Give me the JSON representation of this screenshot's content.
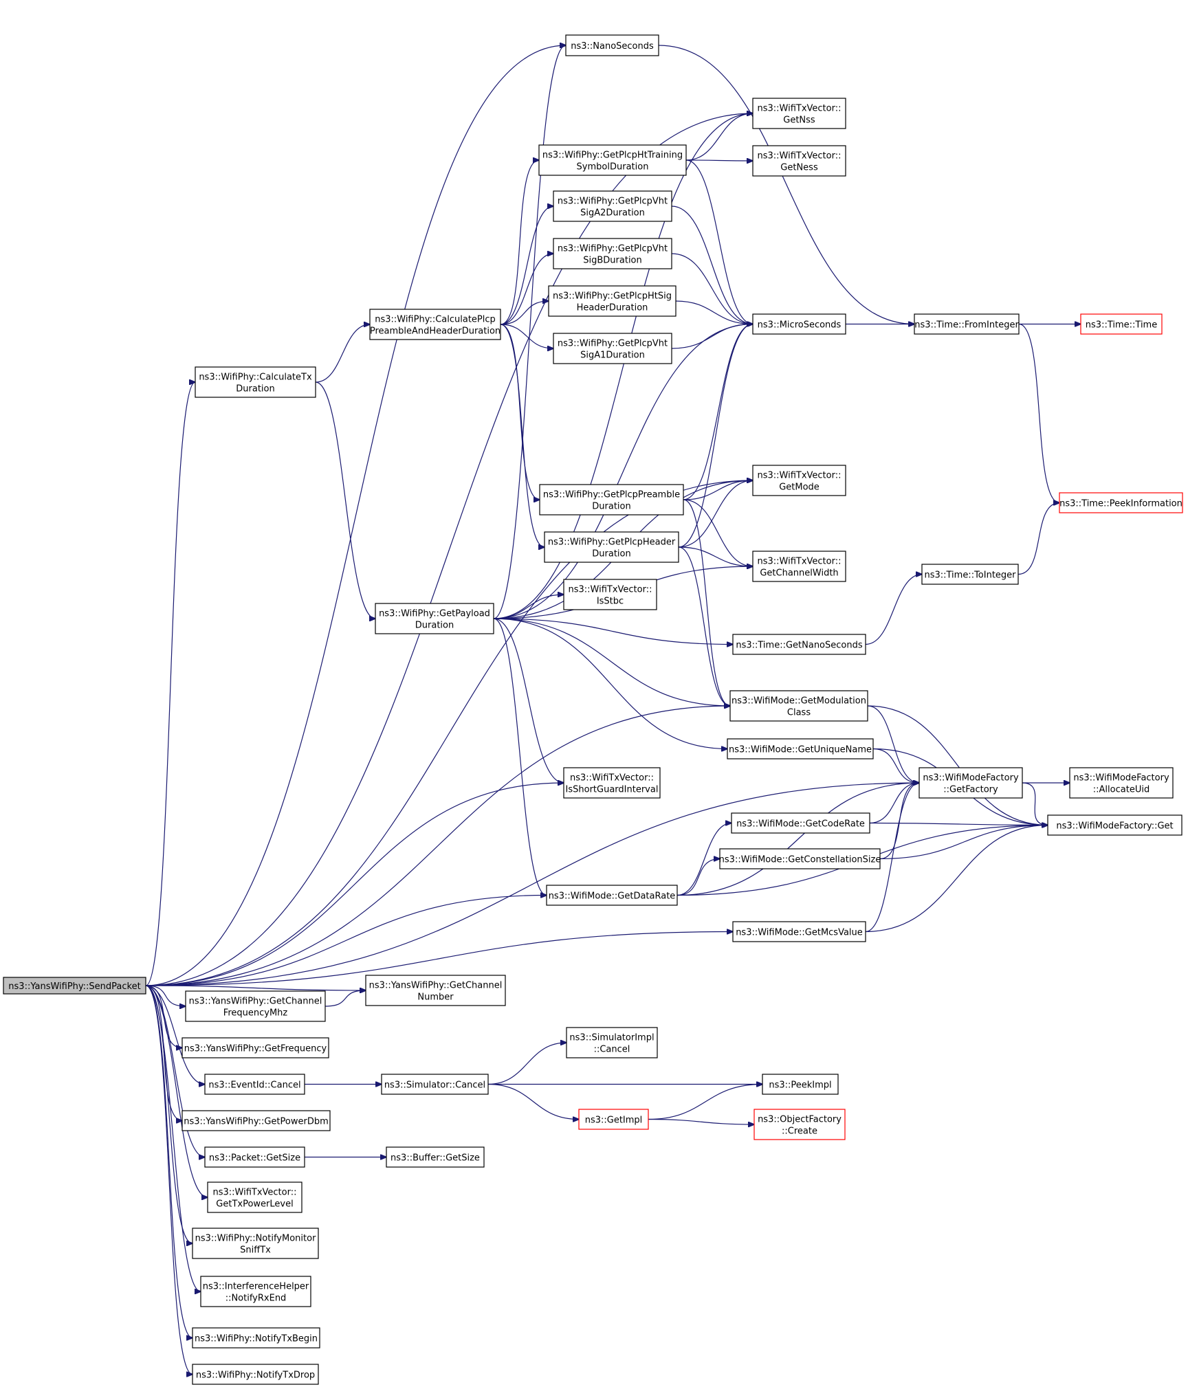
{
  "colors": {
    "edge": "#191970",
    "root_fill": "#bfbfbf",
    "truncated_border": "#ff0000"
  },
  "nodes": [
    {
      "id": "send",
      "lines": [
        "ns3::YansWifiPhy::SendPacket"
      ],
      "root": true
    },
    {
      "id": "nano",
      "lines": [
        "ns3::NanoSeconds"
      ]
    },
    {
      "id": "nss",
      "lines": [
        "ns3::WifiTxVector::",
        "GetNss"
      ]
    },
    {
      "id": "htts",
      "lines": [
        "ns3::WifiPhy::GetPlcpHtTraining",
        "SymbolDuration"
      ]
    },
    {
      "id": "ness",
      "lines": [
        "ns3::WifiTxVector::",
        "GetNess"
      ]
    },
    {
      "id": "sa2",
      "lines": [
        "ns3::WifiPhy::GetPlcpVht",
        "SigA2Duration"
      ]
    },
    {
      "id": "sb",
      "lines": [
        "ns3::WifiPhy::GetPlcpVht",
        "SigBDuration"
      ]
    },
    {
      "id": "htsig",
      "lines": [
        "ns3::WifiPhy::GetPlcpHtSig",
        "HeaderDuration"
      ]
    },
    {
      "id": "cpph",
      "lines": [
        "ns3::WifiPhy::CalculatePlcp",
        "PreambleAndHeaderDuration"
      ]
    },
    {
      "id": "micro",
      "lines": [
        "ns3::MicroSeconds"
      ]
    },
    {
      "id": "fromint",
      "lines": [
        "ns3::Time::FromInteger"
      ]
    },
    {
      "id": "time",
      "lines": [
        "ns3::Time::Time"
      ],
      "truncated": true
    },
    {
      "id": "sa1",
      "lines": [
        "ns3::WifiPhy::GetPlcpVht",
        "SigA1Duration"
      ]
    },
    {
      "id": "ctx",
      "lines": [
        "ns3::WifiPhy::CalculateTx",
        "Duration"
      ]
    },
    {
      "id": "mode",
      "lines": [
        "ns3::WifiTxVector::",
        "GetMode"
      ]
    },
    {
      "id": "pre",
      "lines": [
        "ns3::WifiPhy::GetPlcpPreamble",
        "Duration"
      ]
    },
    {
      "id": "peek",
      "lines": [
        "ns3::Time::PeekInformation"
      ],
      "truncated": true
    },
    {
      "id": "hdr",
      "lines": [
        "ns3::WifiPhy::GetPlcpHeader",
        "Duration"
      ]
    },
    {
      "id": "chw",
      "lines": [
        "ns3::WifiTxVector::",
        "GetChannelWidth"
      ]
    },
    {
      "id": "toint",
      "lines": [
        "ns3::Time::ToInteger"
      ]
    },
    {
      "id": "pay",
      "lines": [
        "ns3::WifiPhy::GetPayload",
        "Duration"
      ]
    },
    {
      "id": "stbc",
      "lines": [
        "ns3::WifiTxVector::",
        "IsStbc"
      ]
    },
    {
      "id": "getns",
      "lines": [
        "ns3::Time::GetNanoSeconds"
      ]
    },
    {
      "id": "modcls",
      "lines": [
        "ns3::WifiMode::GetModulation",
        "Class"
      ]
    },
    {
      "id": "uniq",
      "lines": [
        "ns3::WifiMode::GetUniqueName"
      ]
    },
    {
      "id": "sgi",
      "lines": [
        "ns3::WifiTxVector::",
        "IsShortGuardInterval"
      ]
    },
    {
      "id": "getfac",
      "lines": [
        "ns3::WifiModeFactory",
        "::GetFactory"
      ]
    },
    {
      "id": "alloc",
      "lines": [
        "ns3::WifiModeFactory",
        "::AllocateUid"
      ]
    },
    {
      "id": "code",
      "lines": [
        "ns3::WifiMode::GetCodeRate"
      ]
    },
    {
      "id": "fget",
      "lines": [
        "ns3::WifiModeFactory::Get"
      ]
    },
    {
      "id": "const",
      "lines": [
        "ns3::WifiMode::GetConstellationSize"
      ]
    },
    {
      "id": "drate",
      "lines": [
        "ns3::WifiMode::GetDataRate"
      ]
    },
    {
      "id": "mcs",
      "lines": [
        "ns3::WifiMode::GetMcsValue"
      ]
    },
    {
      "id": "chnum",
      "lines": [
        "ns3::YansWifiPhy::GetChannel",
        "Number"
      ]
    },
    {
      "id": "chfreq",
      "lines": [
        "ns3::YansWifiPhy::GetChannel",
        "FrequencyMhz"
      ]
    },
    {
      "id": "freq",
      "lines": [
        "ns3::YansWifiPhy::GetFrequency"
      ]
    },
    {
      "id": "simcancel",
      "lines": [
        "ns3::SimulatorImpl",
        "::Cancel"
      ]
    },
    {
      "id": "evcancel",
      "lines": [
        "ns3::EventId::Cancel"
      ]
    },
    {
      "id": "scancel",
      "lines": [
        "ns3::Simulator::Cancel"
      ]
    },
    {
      "id": "peekimpl",
      "lines": [
        "ns3::PeekImpl"
      ]
    },
    {
      "id": "getimpl",
      "lines": [
        "ns3::GetImpl"
      ],
      "truncated": true
    },
    {
      "id": "create",
      "lines": [
        "ns3::ObjectFactory",
        "::Create"
      ],
      "truncated": true
    },
    {
      "id": "power",
      "lines": [
        "ns3::YansWifiPhy::GetPowerDbm"
      ]
    },
    {
      "id": "pksize",
      "lines": [
        "ns3::Packet::GetSize"
      ]
    },
    {
      "id": "bufsize",
      "lines": [
        "ns3::Buffer::GetSize"
      ]
    },
    {
      "id": "txpow",
      "lines": [
        "ns3::WifiTxVector::",
        "GetTxPowerLevel"
      ]
    },
    {
      "id": "sniff",
      "lines": [
        "ns3::WifiPhy::NotifyMonitor",
        "SniffTx"
      ]
    },
    {
      "id": "rxend",
      "lines": [
        "ns3::InterferenceHelper",
        "::NotifyRxEnd"
      ]
    },
    {
      "id": "txbegin",
      "lines": [
        "ns3::WifiPhy::NotifyTxBegin"
      ]
    },
    {
      "id": "txdrop",
      "lines": [
        "ns3::WifiPhy::NotifyTxDrop"
      ]
    }
  ],
  "edges": [
    [
      "send",
      "nano"
    ],
    [
      "send",
      "nss"
    ],
    [
      "send",
      "ctx"
    ],
    [
      "send",
      "mode"
    ],
    [
      "send",
      "sgi"
    ],
    [
      "send",
      "modcls"
    ],
    [
      "send",
      "getfac"
    ],
    [
      "send",
      "drate"
    ],
    [
      "send",
      "mcs"
    ],
    [
      "send",
      "chnum"
    ],
    [
      "send",
      "chfreq"
    ],
    [
      "send",
      "freq"
    ],
    [
      "send",
      "evcancel"
    ],
    [
      "send",
      "power"
    ],
    [
      "send",
      "pksize"
    ],
    [
      "send",
      "txpow"
    ],
    [
      "send",
      "sniff"
    ],
    [
      "send",
      "rxend"
    ],
    [
      "send",
      "txbegin"
    ],
    [
      "send",
      "txdrop"
    ],
    [
      "ctx",
      "cpph"
    ],
    [
      "ctx",
      "pay"
    ],
    [
      "cpph",
      "htts"
    ],
    [
      "cpph",
      "sa2"
    ],
    [
      "cpph",
      "sb"
    ],
    [
      "cpph",
      "htsig"
    ],
    [
      "cpph",
      "sa1"
    ],
    [
      "cpph",
      "pre"
    ],
    [
      "cpph",
      "hdr"
    ],
    [
      "htts",
      "nss"
    ],
    [
      "htts",
      "ness"
    ],
    [
      "htts",
      "micro"
    ],
    [
      "sa2",
      "micro"
    ],
    [
      "sb",
      "micro"
    ],
    [
      "htsig",
      "micro"
    ],
    [
      "sa1",
      "micro"
    ],
    [
      "pre",
      "micro"
    ],
    [
      "pre",
      "mode"
    ],
    [
      "pre",
      "chw"
    ],
    [
      "pre",
      "modcls"
    ],
    [
      "hdr",
      "micro"
    ],
    [
      "hdr",
      "mode"
    ],
    [
      "hdr",
      "chw"
    ],
    [
      "hdr",
      "modcls"
    ],
    [
      "pay",
      "nano"
    ],
    [
      "pay",
      "nss"
    ],
    [
      "pay",
      "micro"
    ],
    [
      "pay",
      "mode"
    ],
    [
      "pay",
      "stbc"
    ],
    [
      "pay",
      "chw"
    ],
    [
      "pay",
      "getns"
    ],
    [
      "pay",
      "modcls"
    ],
    [
      "pay",
      "uniq"
    ],
    [
      "pay",
      "sgi"
    ],
    [
      "pay",
      "drate"
    ],
    [
      "nano",
      "fromint"
    ],
    [
      "micro",
      "fromint"
    ],
    [
      "fromint",
      "time"
    ],
    [
      "fromint",
      "peek"
    ],
    [
      "getns",
      "toint"
    ],
    [
      "toint",
      "peek"
    ],
    [
      "modcls",
      "getfac"
    ],
    [
      "modcls",
      "fget"
    ],
    [
      "uniq",
      "getfac"
    ],
    [
      "uniq",
      "fget"
    ],
    [
      "getfac",
      "alloc"
    ],
    [
      "getfac",
      "fget"
    ],
    [
      "code",
      "getfac"
    ],
    [
      "code",
      "fget"
    ],
    [
      "const",
      "getfac"
    ],
    [
      "const",
      "fget"
    ],
    [
      "drate",
      "code"
    ],
    [
      "drate",
      "const"
    ],
    [
      "drate",
      "getfac"
    ],
    [
      "drate",
      "fget"
    ],
    [
      "mcs",
      "getfac"
    ],
    [
      "mcs",
      "fget"
    ],
    [
      "chfreq",
      "chnum"
    ],
    [
      "evcancel",
      "scancel"
    ],
    [
      "scancel",
      "simcancel"
    ],
    [
      "scancel",
      "peekimpl"
    ],
    [
      "scancel",
      "getimpl"
    ],
    [
      "getimpl",
      "peekimpl"
    ],
    [
      "getimpl",
      "create"
    ],
    [
      "pksize",
      "bufsize"
    ]
  ]
}
